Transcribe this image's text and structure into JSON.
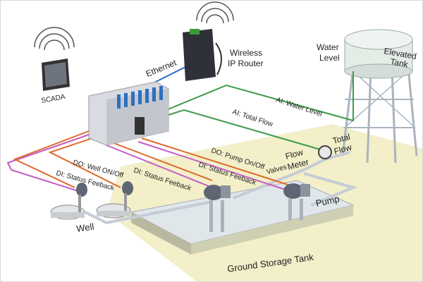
{
  "colors": {
    "analog_line": "#3e9a4a",
    "digital_out_line": "#e0682a",
    "digital_in_line": "#c45cc4",
    "ground": "#f2efc9",
    "pipe": "#c9ced6",
    "module_blue": "#2f6fc0"
  },
  "devices": {
    "scada": "SCADA",
    "ethernet": "Ethernet",
    "router_line1": "Wireless",
    "router_line2": "IP Router",
    "water_level_line1": "Water",
    "water_level_line2": "Level",
    "tank_line1": "Elevated",
    "tank_line2": "Tank",
    "total_flow_line1": "Total",
    "total_flow_line2": "Flow",
    "flow_meter_line1": "Flow",
    "flow_meter_line2": "Meter",
    "valves": "Valves",
    "pump": "Pump",
    "well": "Well",
    "ground_tank": "Ground Storage Tank"
  },
  "signals": {
    "ai_water_level": "AI: Water Level",
    "ai_total_flow": "AI: Total Flow",
    "do_pump": "DO: Pump On/Off",
    "di_pump_status": "DI: Status Feeback",
    "do_well": "DO: Well ON/Off",
    "di_well_status": "DI: Status Feeback",
    "di_status_mid": "DI: Status Feeback"
  },
  "icons": [
    "wifi-icon",
    "monitor-icon",
    "plc-rack-icon",
    "router-icon",
    "water-tower-icon",
    "gauge-icon",
    "pump-icon",
    "well-icon"
  ]
}
